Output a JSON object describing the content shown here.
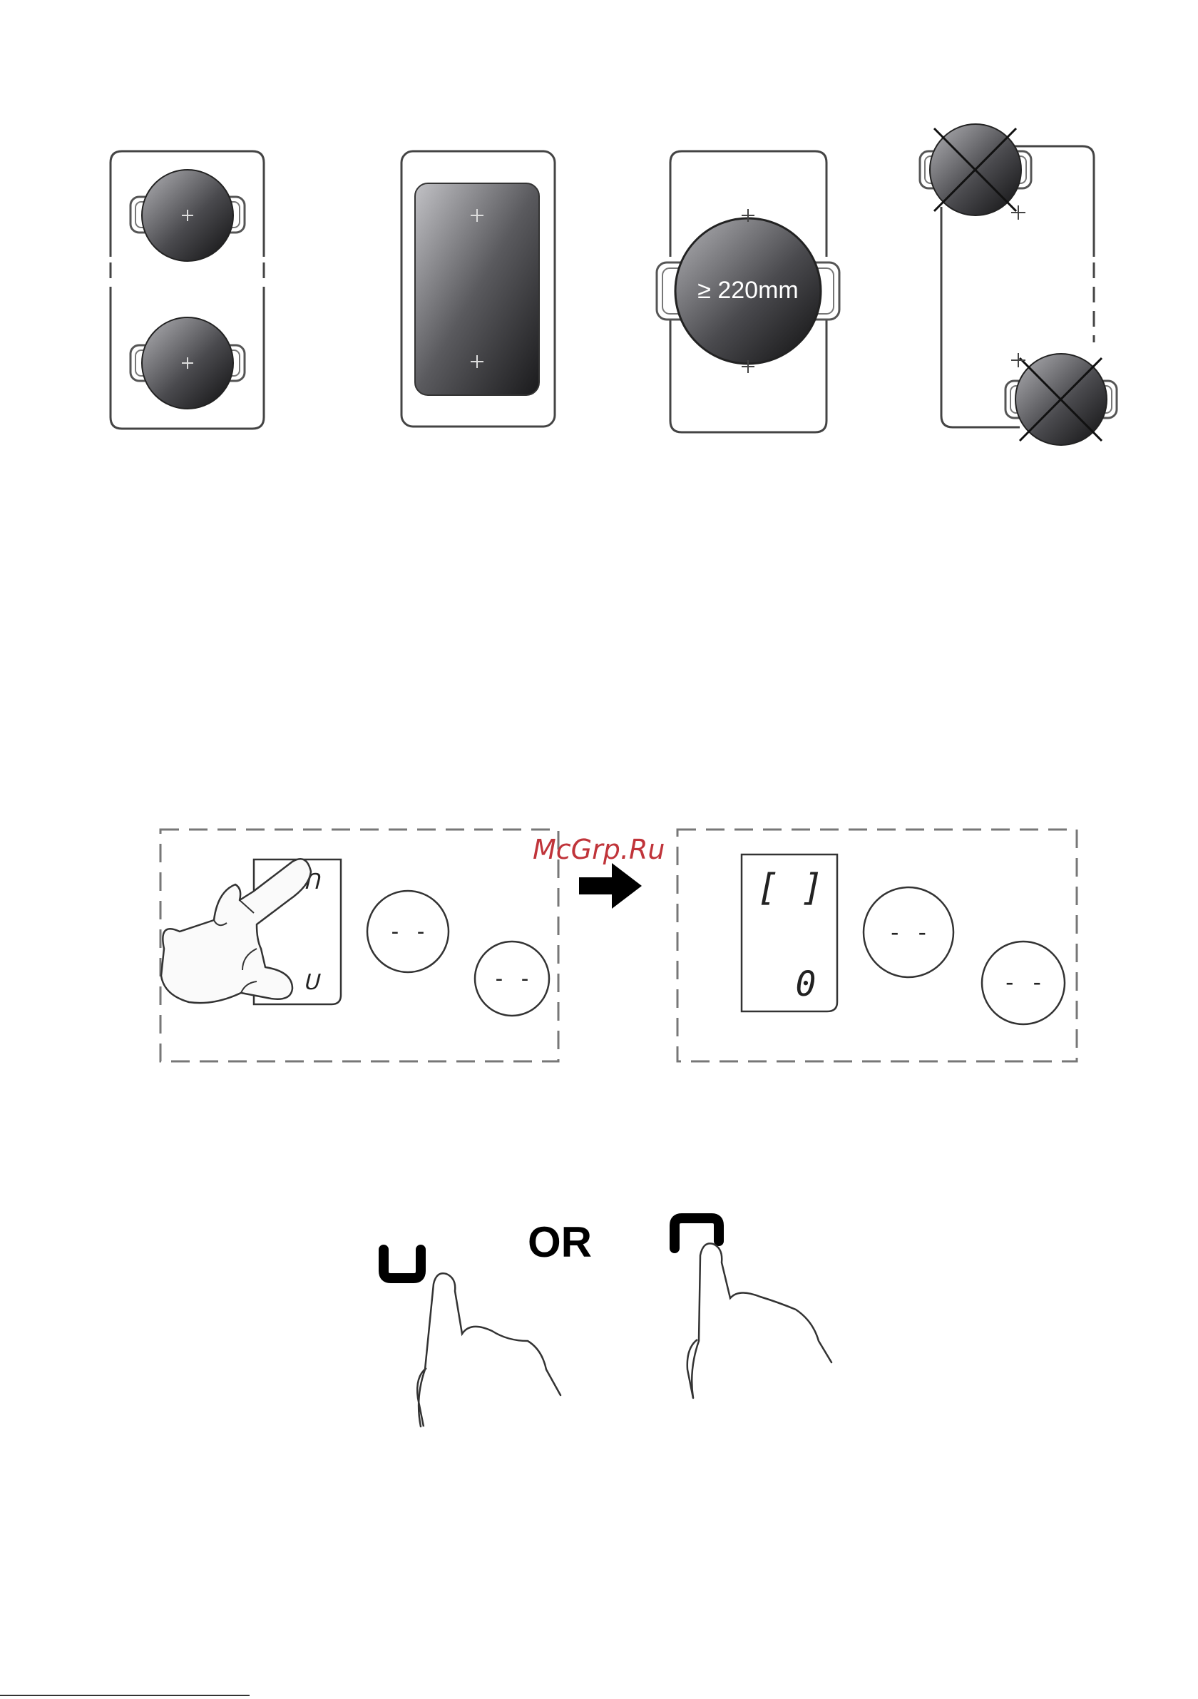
{
  "flex_zone": {
    "diameter_label": "≥ 220mm"
  },
  "lock_demo": {
    "watermark": "McGrp.Ru",
    "before_ring_left": "- -",
    "before_ring_right": "- -",
    "after_symbol": "[ ]",
    "after_level": "0",
    "after_ring_left": "- -",
    "after_ring_right": "- -"
  },
  "select_demo": {
    "or_label": "OR"
  },
  "colors": {
    "outline": "#444444",
    "pan_light": "#a9a9ad",
    "pan_dark": "#1f1f21",
    "watermark": "#c0343a"
  }
}
